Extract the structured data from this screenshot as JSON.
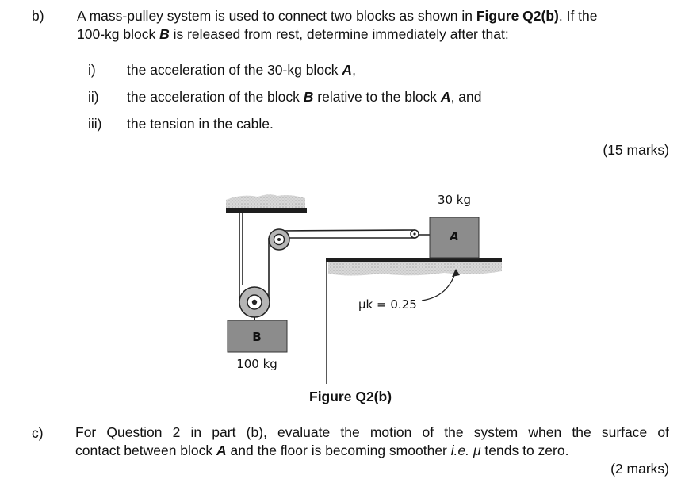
{
  "part_b": {
    "label": "b)",
    "line1_pre": "A mass-pulley system is used to connect two blocks as shown in ",
    "line1_ref": "Figure Q2(b)",
    "line1_post": ". If the",
    "line2_pre": "100-kg block ",
    "line2_var": "B",
    "line2_post": " is released from rest, determine immediately after that:",
    "items": [
      {
        "num": "i)",
        "pre": "the acceleration of the 30-kg block ",
        "var": "A",
        "post": ","
      },
      {
        "num": "ii)",
        "pre": "the acceleration of the block ",
        "var": "B",
        "mid": " relative to the block ",
        "var2": "A",
        "post": ", and"
      },
      {
        "num": "iii)",
        "pre": "the tension in the cable."
      }
    ],
    "marks": "(15 marks)"
  },
  "figure": {
    "mass_a": "30 kg",
    "block_a_label": "A",
    "block_b_label": "B",
    "mass_b": "100 kg",
    "mu_label": "μk = 0.25",
    "caption": "Figure Q2(b)"
  },
  "part_c": {
    "label": "c)",
    "line1": "For Question 2 in part (b), evaluate the motion of the system when the surface of",
    "line2_pre": "contact between block ",
    "line2_var": "A",
    "line2_mid": " and the floor is becoming smoother ",
    "line2_ie": "i.e.",
    "line2_mu": " μ",
    "line2_post": " tends to zero.",
    "marks": "(2 marks)"
  },
  "colors": {
    "block": "#8c8c8c",
    "hatch": "#cfcfcf",
    "line": "#222222"
  }
}
